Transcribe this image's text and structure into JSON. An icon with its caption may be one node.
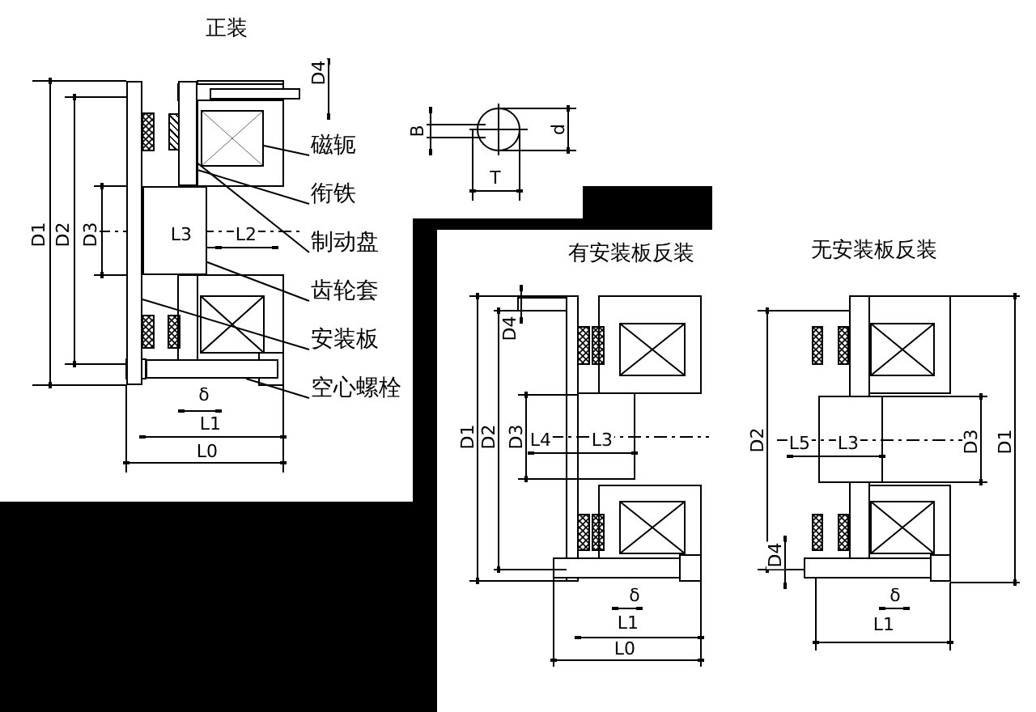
{
  "diagram": {
    "nodes": [
      {
        "text": [
          "磁轭"
        ]
      },
      {
        "text": [
          "衔铁"
        ]
      },
      {
        "text": [
          "制动盘"
        ]
      },
      {
        "text": [
          "齿轮套"
        ]
      },
      {
        "text": [
          "安装板"
        ]
      },
      {
        "text": [
          "空心螺栓"
        ]
      },
      {
        "text": [],
        "shape": "box"
      },
      {
        "text": [],
        "shape": "box"
      },
      {
        "text": [],
        "shape": "box"
      },
      {
        "text": [],
        "shape": "box"
      },
      {
        "text": [],
        "shape": "box"
      },
      {
        "text": [],
        "shape": "box"
      }
    ],
    "edges": [
      {
        "from": 0,
        "to": 6,
        "arrow": "none"
      },
      {
        "from": 1,
        "to": 7,
        "arrow": "none"
      },
      {
        "from": 2,
        "to": 8,
        "arrow": "none"
      },
      {
        "from": 3,
        "to": 9,
        "arrow": "none"
      },
      {
        "from": 4,
        "to": 10,
        "arrow": "none"
      },
      {
        "from": 5,
        "to": 11,
        "arrow": "none"
      }
    ],
    "labels": [
      "正装",
      "D4",
      "D1",
      "D2",
      "D3",
      "L3",
      "L2",
      "δ",
      "L1",
      "L0",
      "B",
      "d",
      "T",
      "有安装板反装",
      "D4",
      "D1",
      "D2",
      "D3",
      "L4",
      "L3",
      "δ",
      "L1",
      "L0",
      "无安装板反装",
      "D2",
      "L5",
      "L3",
      "D3",
      "D1",
      "D4",
      "δ",
      "L1"
    ]
  }
}
